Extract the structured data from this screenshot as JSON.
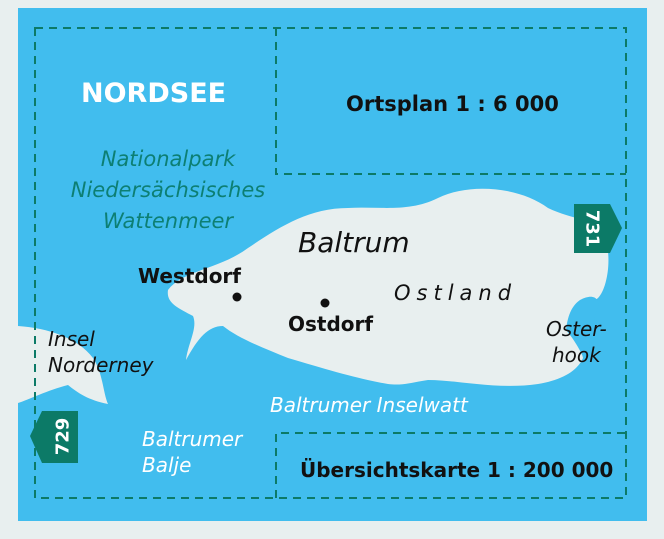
{
  "sea_name": "NORDSEE",
  "national_park": [
    "Nationalpark",
    "Niedersächsisches",
    "Wattenmeer"
  ],
  "island": "Baltrum",
  "places": {
    "westdorf": "Westdorf",
    "ostdorf": "Ostdorf",
    "ostland": "Ostland",
    "osterhook": [
      "Oster-",
      "hook"
    ]
  },
  "norderney": [
    "Insel",
    "Norderney"
  ],
  "waters": {
    "inselwatt": "Baltrumer Inselwatt",
    "balje": [
      "Baltrumer",
      "Balje"
    ]
  },
  "insets": {
    "ortsplan": "Ortsplan 1 : 6 000",
    "uebersicht": "Übersichtskarte 1 : 200 000"
  },
  "page_refs": {
    "east": "731",
    "west": "729"
  },
  "colors": {
    "water": "#41bdee",
    "land": "#e8efef",
    "teal": "#0c7a67"
  }
}
